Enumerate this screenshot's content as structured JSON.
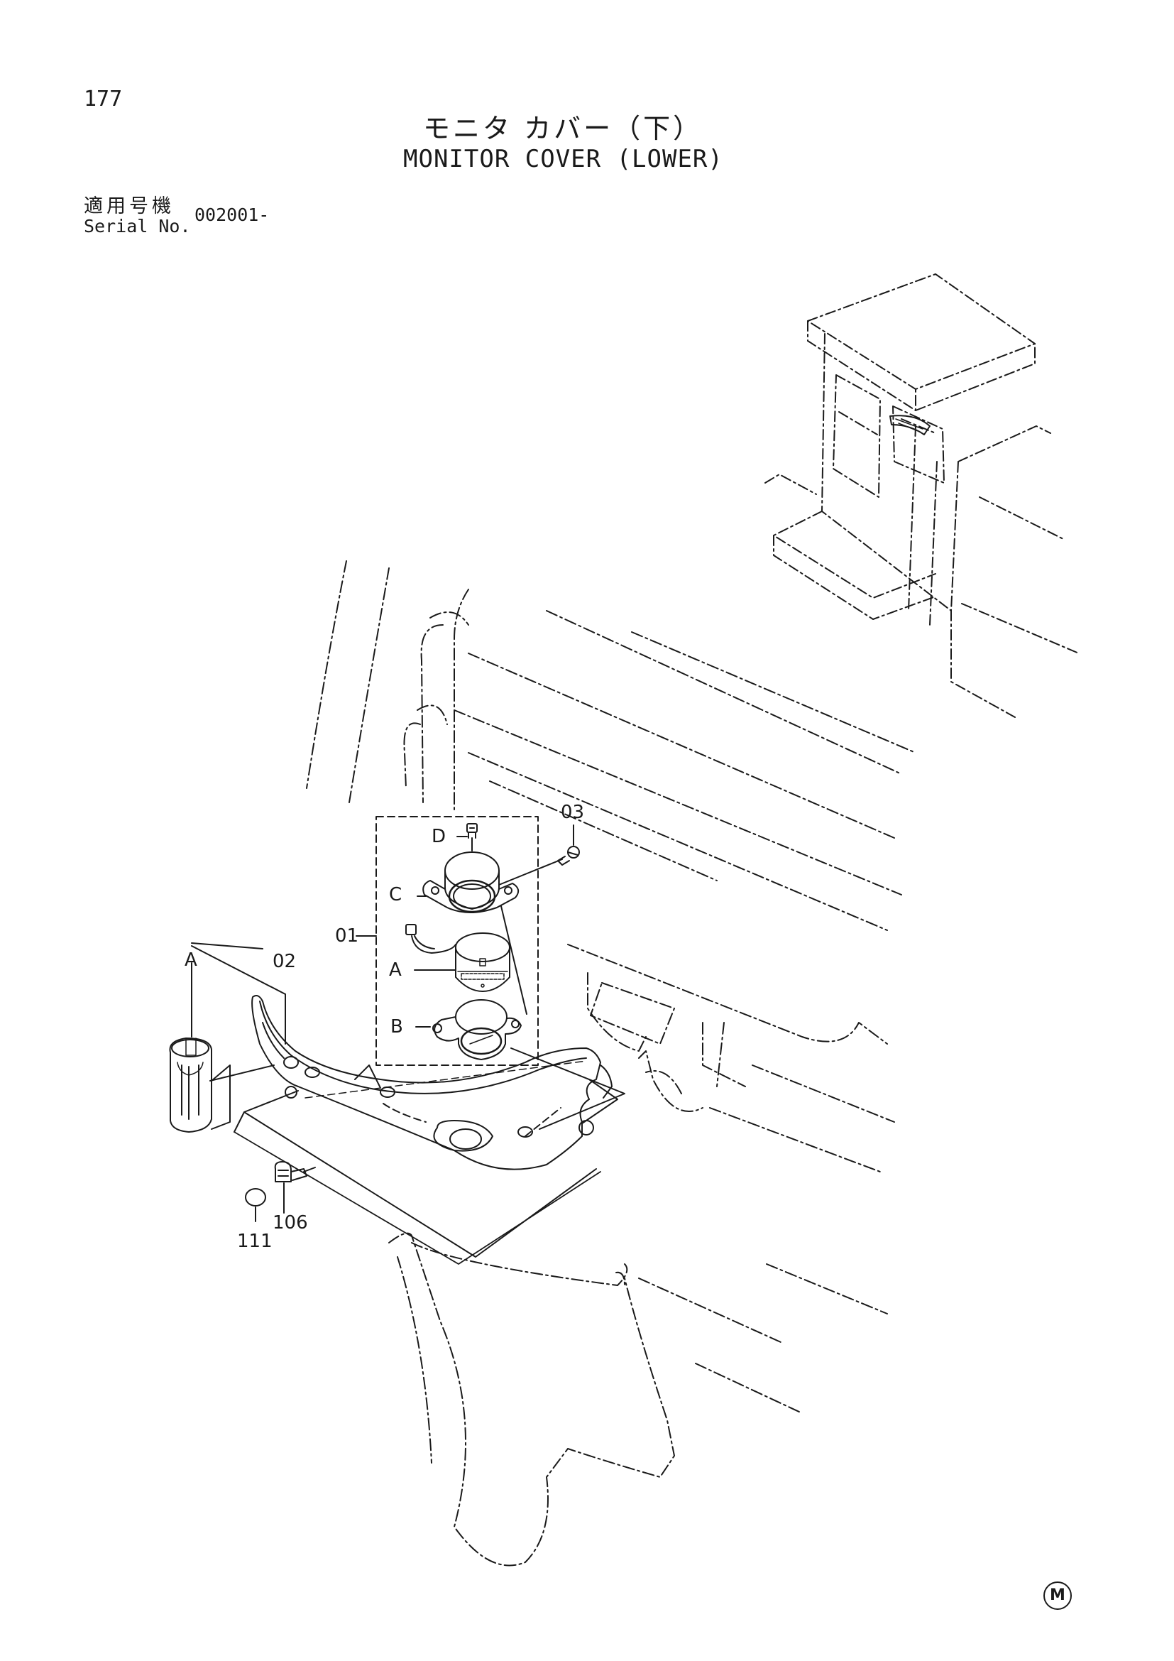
{
  "header": {
    "page_number": "177",
    "title_ja": "モニタ カバー（下）",
    "title_en": "MONITOR COVER (LOWER)"
  },
  "serial": {
    "label_ja": "適用号機",
    "label_en": "Serial No.",
    "value": "002001-"
  },
  "callouts": {
    "assembly": "01",
    "cover": "02",
    "screw_top": "03",
    "bolt": "106",
    "cap": "111",
    "sub_a": "A",
    "sub_b": "B",
    "sub_c": "C",
    "sub_d": "D",
    "detail_a": "A"
  },
  "footer": {
    "mark": "M"
  }
}
